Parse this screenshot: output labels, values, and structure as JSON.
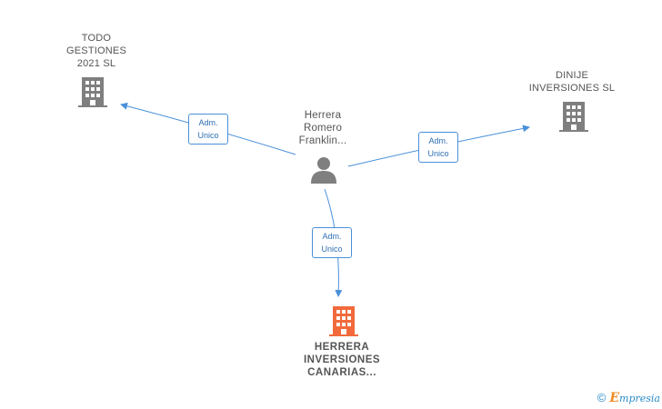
{
  "nodes": {
    "todo": {
      "lines": [
        "TODO",
        "GESTIONES",
        "2021  SL"
      ],
      "icon": "building-icon",
      "color": "#7f7f7f"
    },
    "dinije": {
      "lines": [
        "DINIJE",
        "INVERSIONES SL"
      ],
      "icon": "building-icon",
      "color": "#7f7f7f"
    },
    "person": {
      "lines": [
        "Herrera",
        "Romero",
        "Franklin..."
      ],
      "icon": "person-icon",
      "color": "#7f7f7f"
    },
    "herrera": {
      "lines": [
        "HERRERA",
        "INVERSIONES",
        "CANARIAS..."
      ],
      "icon": "building-icon",
      "color": "#f26a3c"
    }
  },
  "edges": [
    {
      "from": "person",
      "to": "todo",
      "label": [
        "Adm.",
        "Unico"
      ]
    },
    {
      "from": "person",
      "to": "dinije",
      "label": [
        "Adm.",
        "Unico"
      ]
    },
    {
      "from": "person",
      "to": "herrera",
      "label": [
        "Adm.",
        "Unico"
      ]
    }
  ],
  "colors": {
    "edge": "#4a90d9",
    "edge_text": "#2f6fb3"
  },
  "footer": {
    "copyright": "©",
    "brand_initial": "E",
    "brand_rest": "mpresia"
  }
}
